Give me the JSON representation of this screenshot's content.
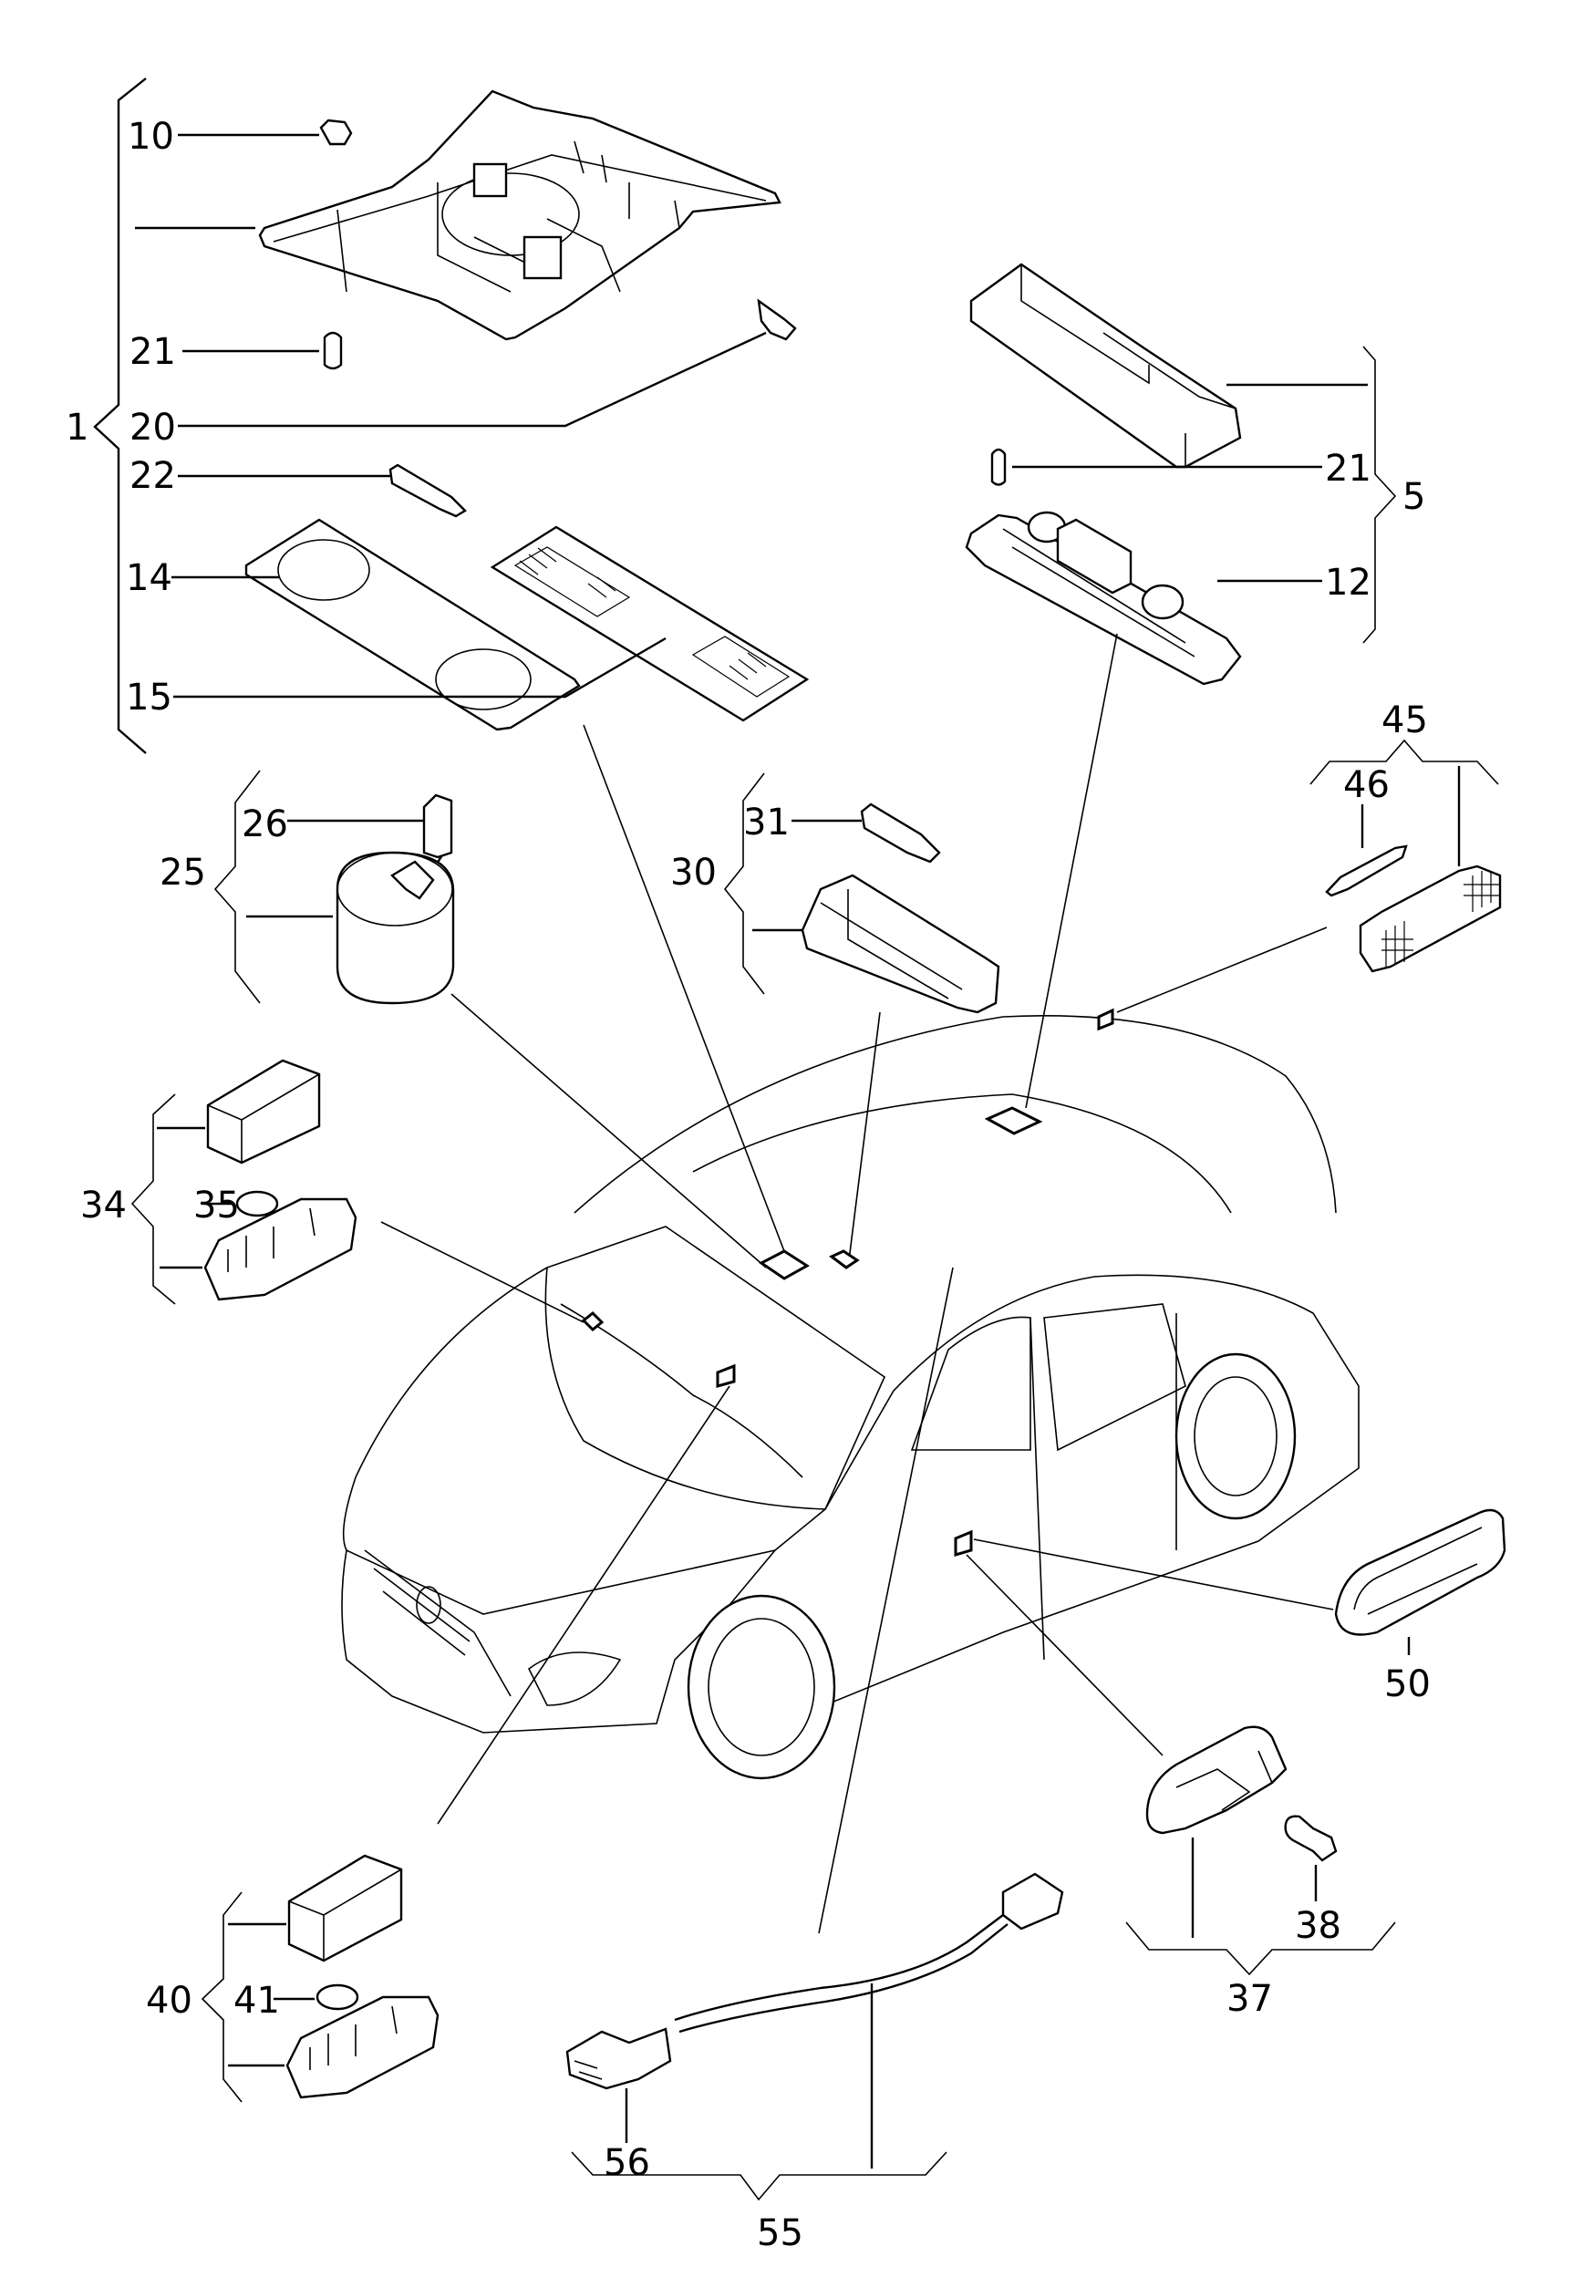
{
  "diagram": {
    "title": "",
    "type": "exploded parts diagram - vehicle interior lighting",
    "colors": {
      "line": "#000000",
      "background": "#ffffff"
    },
    "callouts": [
      {
        "id": "1",
        "text": "1",
        "group": true,
        "children": [
          "10",
          "20",
          "21",
          "22",
          "14",
          "15"
        ]
      },
      {
        "id": "10",
        "text": "10"
      },
      {
        "id": "20",
        "text": "20"
      },
      {
        "id": "21a",
        "text": "21"
      },
      {
        "id": "22",
        "text": "22"
      },
      {
        "id": "14",
        "text": "14"
      },
      {
        "id": "15",
        "text": "15"
      },
      {
        "id": "5",
        "text": "5",
        "group": true,
        "children": [
          "21",
          "12"
        ]
      },
      {
        "id": "21b",
        "text": "21"
      },
      {
        "id": "12",
        "text": "12"
      },
      {
        "id": "25",
        "text": "25",
        "group": true,
        "children": [
          "26"
        ]
      },
      {
        "id": "26",
        "text": "26"
      },
      {
        "id": "30",
        "text": "30",
        "group": true,
        "children": [
          "31"
        ]
      },
      {
        "id": "31",
        "text": "31"
      },
      {
        "id": "45",
        "text": "45",
        "group": true,
        "children": [
          "46"
        ]
      },
      {
        "id": "46",
        "text": "46"
      },
      {
        "id": "34",
        "text": "34",
        "group": true,
        "children": [
          "35"
        ]
      },
      {
        "id": "35",
        "text": "35"
      },
      {
        "id": "40",
        "text": "40",
        "group": true,
        "children": [
          "41"
        ]
      },
      {
        "id": "41",
        "text": "41"
      },
      {
        "id": "50",
        "text": "50"
      },
      {
        "id": "37",
        "text": "37",
        "group": true,
        "children": [
          "38"
        ]
      },
      {
        "id": "38",
        "text": "38"
      },
      {
        "id": "55",
        "text": "55",
        "group": true,
        "children": [
          "56"
        ]
      },
      {
        "id": "56",
        "text": "56"
      }
    ],
    "labels": {
      "c1": "1",
      "c10": "10",
      "c21a": "21",
      "c20": "20",
      "c22": "22",
      "c14": "14",
      "c15": "15",
      "c5": "5",
      "c21b": "21",
      "c12": "12",
      "c25": "25",
      "c26": "26",
      "c30": "30",
      "c31": "31",
      "c45": "45",
      "c46": "46",
      "c34": "34",
      "c35": "35",
      "c40": "40",
      "c41": "41",
      "c50": "50",
      "c37": "37",
      "c38": "38",
      "c55": "55",
      "c56": "56"
    }
  }
}
